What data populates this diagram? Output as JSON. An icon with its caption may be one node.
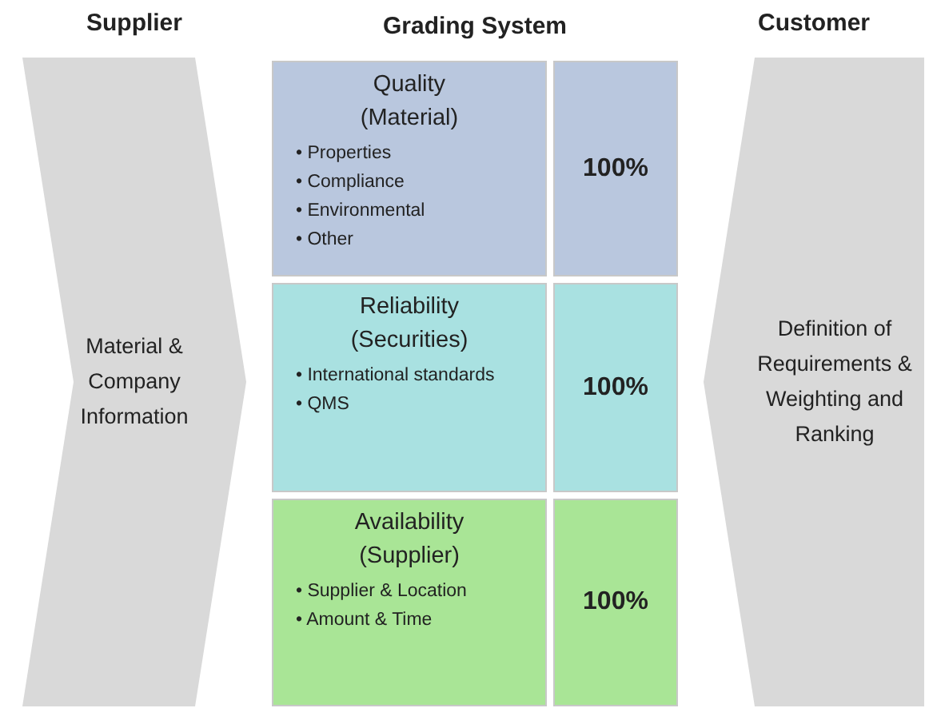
{
  "diagram": {
    "title": "Grading System",
    "nodes": [
      {
        "text": [
          "Supplier",
          "Material & Company Information"
        ]
      },
      {
        "text": [
          "Quality (Material)",
          "• Properties",
          "• Compliance",
          "• Environmental",
          "• Other"
        ]
      },
      {
        "text": [
          "100%"
        ]
      },
      {
        "text": [
          "Reliability (Securities)",
          "• International standards",
          "• QMS"
        ]
      },
      {
        "text": [
          "100%"
        ]
      },
      {
        "text": [
          "Availability (Supplier)",
          "• Supplier & Location",
          "• Amount & Time"
        ]
      },
      {
        "text": [
          "100%"
        ]
      },
      {
        "text": [
          "Customer",
          "Definition of Requirements & Weighting and Ranking"
        ]
      }
    ]
  }
}
